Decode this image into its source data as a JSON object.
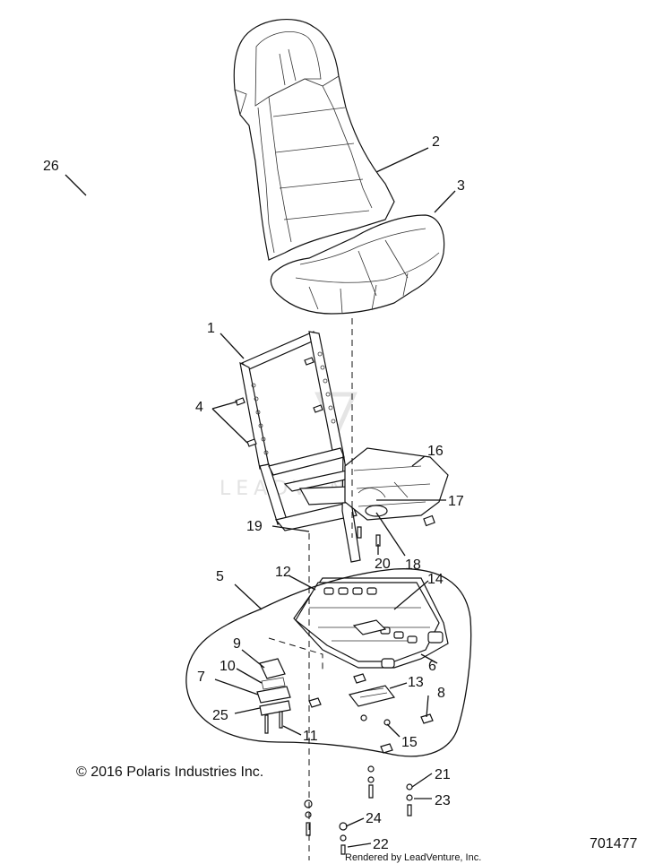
{
  "diagram": {
    "callouts": [
      {
        "id": "c26",
        "label": "26"
      },
      {
        "id": "c2",
        "label": "2"
      },
      {
        "id": "c3",
        "label": "3"
      },
      {
        "id": "c1",
        "label": "1"
      },
      {
        "id": "c4",
        "label": "4"
      },
      {
        "id": "c16",
        "label": "16"
      },
      {
        "id": "c17",
        "label": "17"
      },
      {
        "id": "c19",
        "label": "19"
      },
      {
        "id": "c18",
        "label": "18"
      },
      {
        "id": "c20",
        "label": "20"
      },
      {
        "id": "c5",
        "label": "5"
      },
      {
        "id": "c12",
        "label": "12"
      },
      {
        "id": "c14",
        "label": "14"
      },
      {
        "id": "c9",
        "label": "9"
      },
      {
        "id": "c10",
        "label": "10"
      },
      {
        "id": "c7",
        "label": "7"
      },
      {
        "id": "c6",
        "label": "6"
      },
      {
        "id": "c13",
        "label": "13"
      },
      {
        "id": "c8",
        "label": "8"
      },
      {
        "id": "c25",
        "label": "25"
      },
      {
        "id": "c11",
        "label": "11"
      },
      {
        "id": "c15",
        "label": "15"
      },
      {
        "id": "c21",
        "label": "21"
      },
      {
        "id": "c23",
        "label": "23"
      },
      {
        "id": "c24",
        "label": "24"
      },
      {
        "id": "c22",
        "label": "22"
      }
    ],
    "copyright": "© 2016 Polaris Industries Inc.",
    "diagram_number": "701477",
    "rendered_by": "Rendered by LeadVenture, Inc.",
    "watermark": "LEADVENTURE"
  }
}
